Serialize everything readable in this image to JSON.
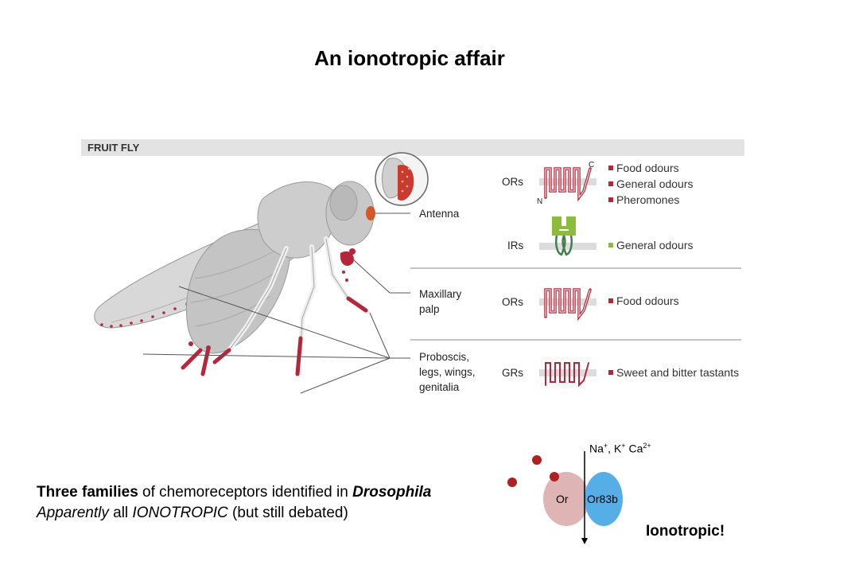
{
  "slide": {
    "title": "An ionotropic affair"
  },
  "figure": {
    "header": "FRUIT FLY",
    "regions": {
      "antenna": "Antenna",
      "maxillary_line1": "Maxillary",
      "maxillary_line2": "palp",
      "proboscis_line1": "Proboscis,",
      "proboscis_line2": "legs, wings,",
      "proboscis_line3": "genitalia"
    },
    "receptors": {
      "ors_antenna": "ORs",
      "irs": "IRs",
      "ors_palp": "ORs",
      "grs": "GRs",
      "n_terminus": "N",
      "c_terminus": "C"
    },
    "legend": {
      "antenna_ors": [
        "Food odours",
        "General odours",
        "Pheromones"
      ],
      "irs": [
        "General odours"
      ],
      "palp_ors": [
        "Food odours"
      ],
      "grs": [
        "Sweet and bitter tastants"
      ]
    },
    "colors": {
      "red": "#b5263a",
      "green": "#8dbb3c",
      "dark_green": "#3f7f4f",
      "fly_grey": "#bfbfbf",
      "header_grey": "#e3e3e3"
    }
  },
  "caption": {
    "line1_bold": "Three families",
    "line1_text": " of chemoreceptors identified in ",
    "line1_bold_italic": "Drosophila",
    "line2_italic": "Apparently",
    "line2_text1": " all ",
    "line2_italic2": "IONOTROPIC",
    "line2_text2": "  (but still debated)"
  },
  "schematic": {
    "ions_na": "Na",
    "ions_plus1": "+",
    "ions_k": ", K",
    "ions_plus2": "+",
    "ions_ca": " Ca",
    "ions_plus3": "2+",
    "or_label": "Or",
    "orco_label": "Or83b",
    "conclusion": "Ionotropic!",
    "colors": {
      "or": "#deb4b4",
      "orco": "#55aee6",
      "odorant": "#b02020"
    }
  }
}
